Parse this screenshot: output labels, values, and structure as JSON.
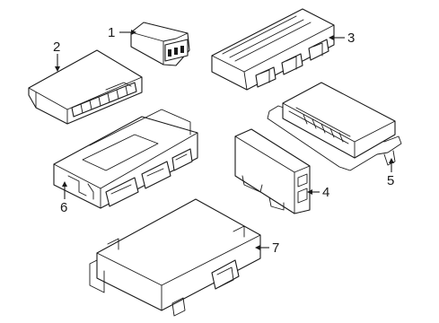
{
  "callouts": [
    {
      "id": "1",
      "label": "1"
    },
    {
      "id": "2",
      "label": "2"
    },
    {
      "id": "3",
      "label": "3"
    },
    {
      "id": "4",
      "label": "4"
    },
    {
      "id": "5",
      "label": "5"
    },
    {
      "id": "6",
      "label": "6"
    },
    {
      "id": "7",
      "label": "7"
    }
  ],
  "parts": [
    {
      "callout": "1",
      "kind": "connector-plug"
    },
    {
      "callout": "2",
      "kind": "control-module"
    },
    {
      "callout": "3",
      "kind": "control-module"
    },
    {
      "callout": "4",
      "kind": "control-module"
    },
    {
      "callout": "5",
      "kind": "control-module-with-bracket"
    },
    {
      "callout": "6",
      "kind": "control-module-with-bracket"
    },
    {
      "callout": "7",
      "kind": "control-module-with-bracket"
    }
  ]
}
